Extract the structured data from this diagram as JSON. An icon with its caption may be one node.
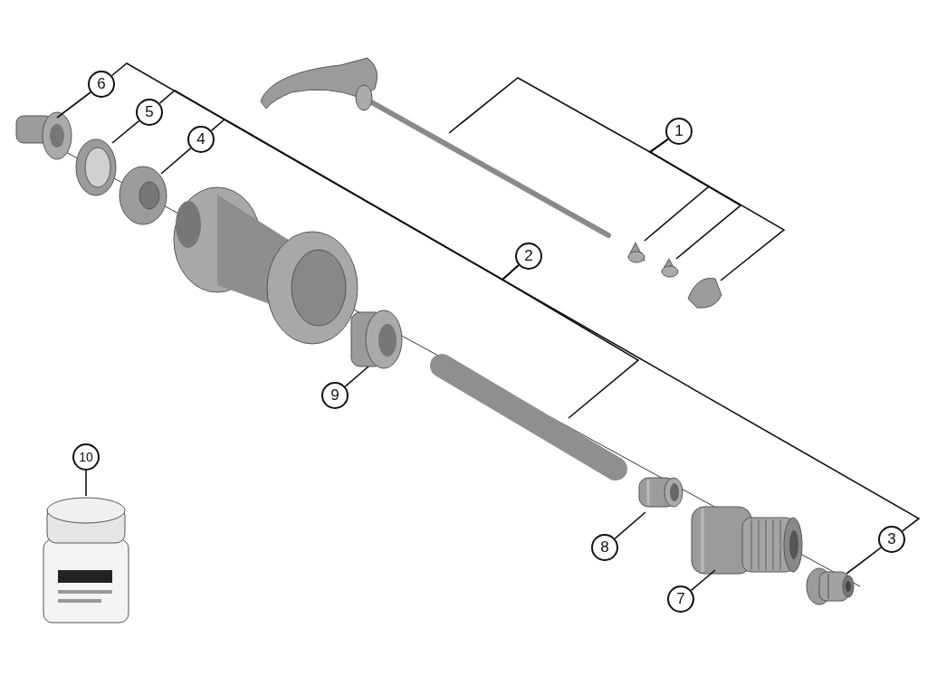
{
  "diagram": {
    "nodes": [
      {
        "text": [
          "1"
        ]
      },
      {
        "text": [
          "2"
        ]
      },
      {
        "text": [
          "3"
        ]
      },
      {
        "text": [
          "4"
        ]
      },
      {
        "text": [
          "5"
        ]
      },
      {
        "text": [
          "6"
        ]
      },
      {
        "text": [
          "7"
        ]
      },
      {
        "text": [
          "8"
        ]
      },
      {
        "text": [
          "9"
        ]
      },
      {
        "text": [
          "10"
        ]
      },
      {
        "text": [],
        "shape": "picture"
      },
      {
        "text": [],
        "shape": "picture"
      },
      {
        "text": [],
        "shape": "picture"
      },
      {
        "text": [],
        "shape": "picture"
      },
      {
        "text": [],
        "shape": "picture"
      },
      {
        "text": [],
        "shape": "picture"
      },
      {
        "text": [],
        "shape": "picture"
      },
      {
        "text": [],
        "shape": "picture"
      },
      {
        "text": [],
        "shape": "picture"
      },
      {
        "text": [],
        "shape": "picture"
      },
      {
        "text": [],
        "shape": "picture"
      },
      {
        "text": [],
        "shape": "picture"
      },
      {
        "text": [],
        "shape": "picture"
      }
    ],
    "edges": [
      {
        "from": 0,
        "to": 10,
        "arrow": "none"
      },
      {
        "from": 0,
        "to": 11,
        "arrow": "none"
      },
      {
        "from": 0,
        "to": 12,
        "arrow": "none"
      },
      {
        "from": 0,
        "to": 13,
        "arrow": "none"
      },
      {
        "from": 1,
        "to": 5,
        "arrow": "none"
      },
      {
        "from": 1,
        "to": 4,
        "arrow": "none"
      },
      {
        "from": 1,
        "to": 3,
        "arrow": "none"
      },
      {
        "from": 1,
        "to": 18,
        "arrow": "none"
      },
      {
        "from": 1,
        "to": 2,
        "arrow": "none"
      },
      {
        "from": 5,
        "to": 14,
        "arrow": "none"
      },
      {
        "from": 4,
        "to": 15,
        "arrow": "none"
      },
      {
        "from": 3,
        "to": 16,
        "arrow": "none"
      },
      {
        "from": 2,
        "to": 21,
        "arrow": "none"
      },
      {
        "from": 6,
        "to": 20,
        "arrow": "none"
      },
      {
        "from": 7,
        "to": 19,
        "arrow": "none"
      },
      {
        "from": 8,
        "to": 17,
        "arrow": "none"
      },
      {
        "from": 9,
        "to": 22,
        "arrow": "none"
      }
    ]
  }
}
